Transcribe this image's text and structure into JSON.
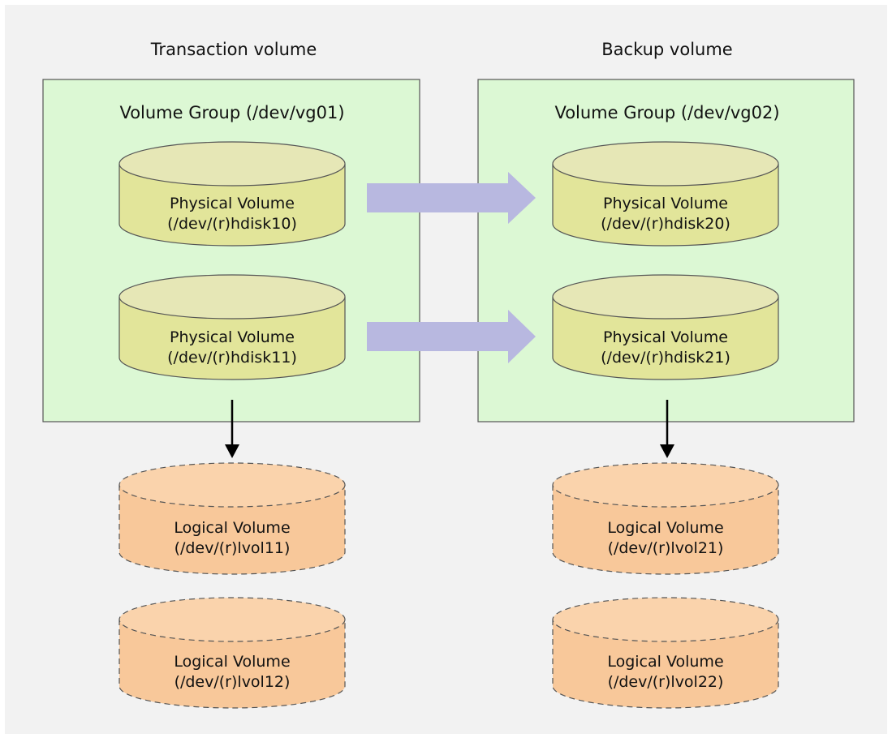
{
  "colors": {
    "background": "#f2f2f2",
    "group_fill": "#dcf8d4",
    "physical_fill": "#e2e59a",
    "physical_top": "#e6e7b6",
    "logical_fill": "#f8c89a",
    "logical_top": "#fad3ac",
    "copy_arrow": "#b8b8e0",
    "outline": "#555555"
  },
  "columns": [
    {
      "title": "Transaction volume",
      "group_label": "Volume Group (/dev/vg01)",
      "physical_volumes": [
        {
          "name": "Physical Volume",
          "path": "(/dev/(r)hdisk10)"
        },
        {
          "name": "Physical Volume",
          "path": "(/dev/(r)hdisk11)"
        }
      ],
      "logical_volumes": [
        {
          "name": "Logical Volume",
          "path": "(/dev/(r)lvol11)"
        },
        {
          "name": "Logical Volume",
          "path": "(/dev/(r)lvol12)"
        }
      ]
    },
    {
      "title": "Backup volume",
      "group_label": "Volume Group (/dev/vg02)",
      "physical_volumes": [
        {
          "name": "Physical Volume",
          "path": "(/dev/(r)hdisk20)"
        },
        {
          "name": "Physical Volume",
          "path": "(/dev/(r)hdisk21)"
        }
      ],
      "logical_volumes": [
        {
          "name": "Logical Volume",
          "path": "(/dev/(r)lvol21)"
        },
        {
          "name": "Logical Volume",
          "path": "(/dev/(r)lvol22)"
        }
      ]
    }
  ]
}
